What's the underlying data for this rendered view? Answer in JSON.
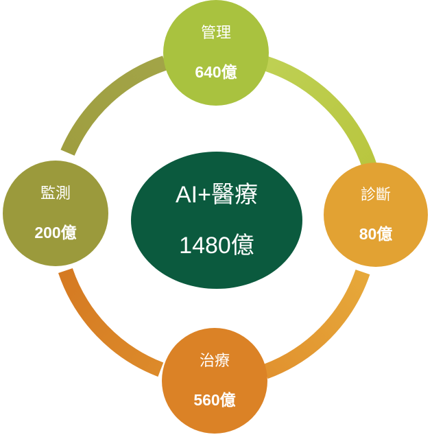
{
  "center": {
    "title": "AI+醫療",
    "value": "1480億",
    "color": "#0b5a3e"
  },
  "segments": [
    {
      "id": "top",
      "label": "管理",
      "value": "640億",
      "color": "#a9c23f"
    },
    {
      "id": "right",
      "label": "診斷",
      "value": "80億",
      "color": "#e2a233"
    },
    {
      "id": "bottom",
      "label": "治療",
      "value": "560億",
      "color": "#db8226"
    },
    {
      "id": "left",
      "label": "監測",
      "value": "200億",
      "color": "#9b9a3c"
    }
  ],
  "arc_colors": {
    "top_to_right": [
      "#bed053",
      "#b9c63f"
    ],
    "right_to_bottom": [
      "#e6a83a",
      "#e1922f"
    ],
    "bottom_to_left": [
      "#dc8a2a",
      "#d57a22"
    ],
    "left_to_top": [
      "#9f9e40",
      "#a2a447"
    ]
  }
}
